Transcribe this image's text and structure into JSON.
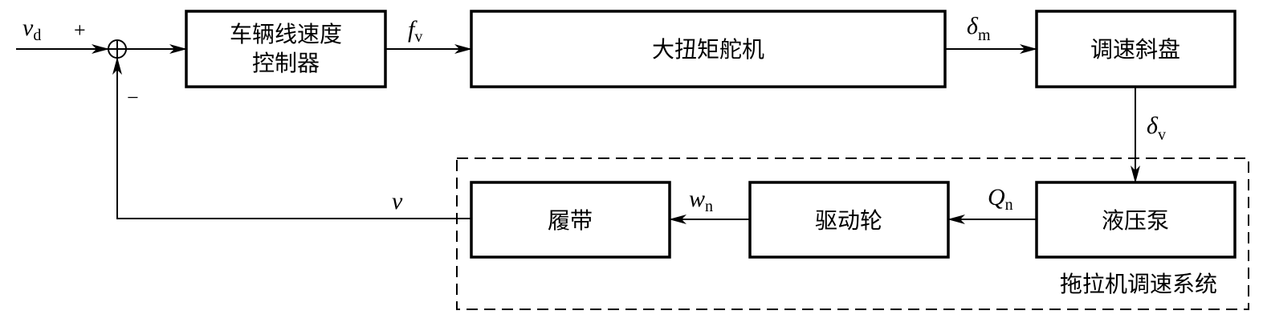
{
  "blocks": {
    "controller_line1": "车辆线速度",
    "controller_line2": "控制器",
    "servo": "大扭矩舵机",
    "swashplate": "调速斜盘",
    "pump": "液压泵",
    "drive_wheel": "驱动轮",
    "track": "履带"
  },
  "subsystem_label": "拖拉机调速系统",
  "signals": {
    "vd": {
      "main": "v",
      "sub": "d"
    },
    "fv": {
      "main": "f",
      "sub": "v"
    },
    "delta_m": {
      "main": "δ",
      "sub": "m"
    },
    "delta_v": {
      "main": "δ",
      "sub": "v"
    },
    "Qn": {
      "main": "Q",
      "sub": "n"
    },
    "wn": {
      "main": "w",
      "sub": "n"
    },
    "v": {
      "main": "v"
    }
  },
  "signs": {
    "plus": "+",
    "minus": "−"
  }
}
